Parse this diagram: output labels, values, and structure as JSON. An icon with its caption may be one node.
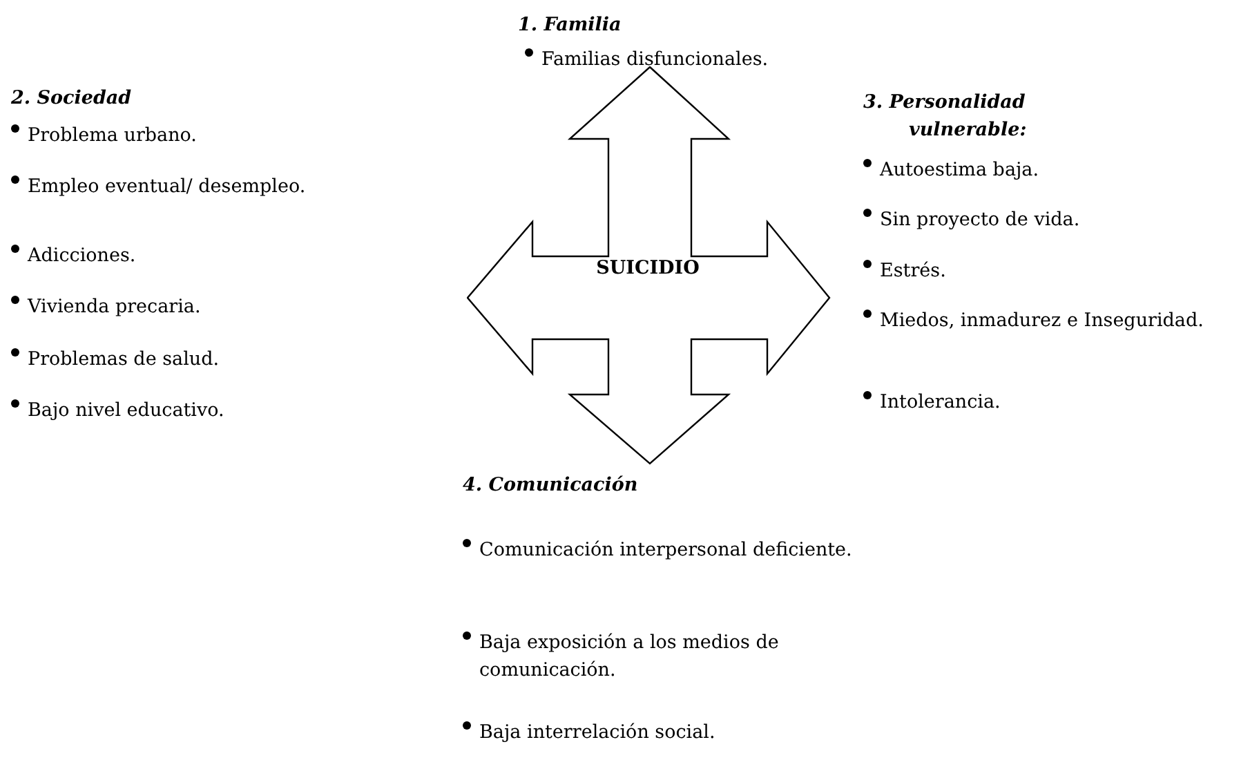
{
  "diagram": {
    "nodes": [
      {
        "text": [
          "SUICIDIO"
        ]
      }
    ],
    "labels": [
      "1. Familia",
      "Familias disfuncionales.",
      "2. Sociedad",
      "Problema urbano.",
      "Empleo eventual/ desempleo.",
      "Adicciones.",
      "Vivienda precaria.",
      "Problemas de salud.",
      "Bajo nivel educativo.",
      "3. Personalidad vulnerable:",
      "Autoestima baja.",
      "Sin proyecto de vida.",
      "Estrés.",
      "Miedos, inmadurez e Inseguridad.",
      "Intolerancia.",
      "4. Comunicación",
      "Comunicación interpersonal deficiente.",
      "Baja exposición a los medios de comunicación.",
      "Baja interrelación social."
    ]
  }
}
